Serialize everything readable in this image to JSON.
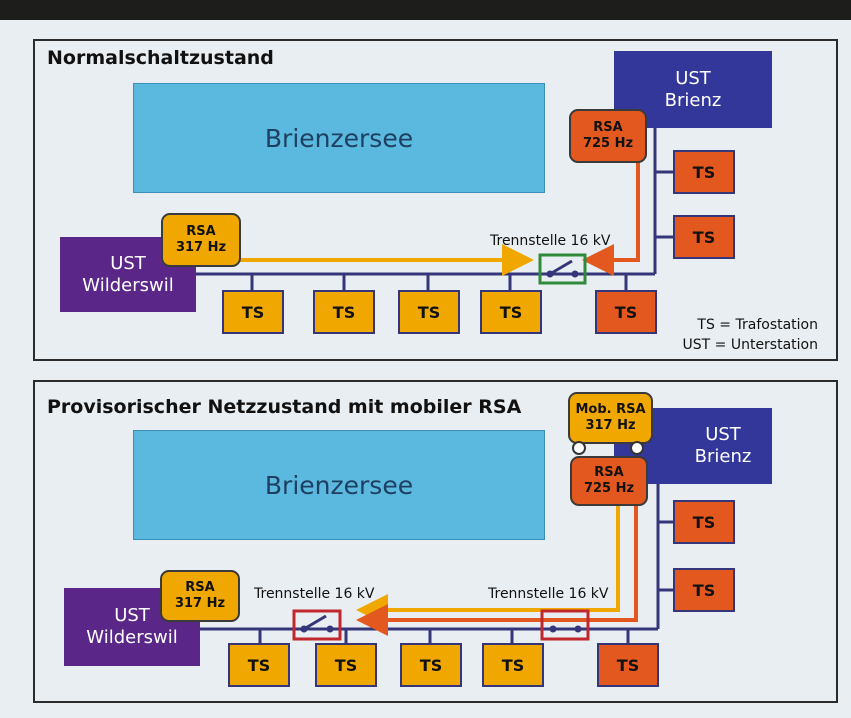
{
  "colors": {
    "lake": "#5bb8de",
    "ust_brienz": "#34379a",
    "ust_wilderswil": "#5a2789",
    "rsa_orange": "#f0a800",
    "rsa_red": "#e3581e",
    "switch_green": "#2f8a3a",
    "switch_red": "#c0282d"
  },
  "panel1": {
    "title": "Normalschaltzustand",
    "lake": "Brienzersee",
    "ust_brienz": [
      "UST",
      "Brienz"
    ],
    "ust_wilderswil": [
      "UST",
      "Wilderswil"
    ],
    "rsa_brienz": [
      "RSA",
      "725 Hz"
    ],
    "rsa_wilderswil": [
      "RSA",
      "317 Hz"
    ],
    "switch_label": "Trennstelle 16 kV",
    "ts_label": "TS",
    "legend": [
      "TS = Trafostation",
      "UST = Unterstation"
    ]
  },
  "panel2": {
    "title": "Provisorischer Netzzustand mit mobiler RSA",
    "lake": "Brienzersee",
    "ust_brienz": [
      "UST",
      "Brienz"
    ],
    "ust_wilderswil": [
      "UST",
      "Wilderswil"
    ],
    "rsa_brienz": [
      "RSA",
      "725 Hz"
    ],
    "rsa_mobile": [
      "Mob. RSA",
      "317 Hz"
    ],
    "rsa_wilderswil": [
      "RSA",
      "317 Hz"
    ],
    "switch_label_left": "Trennstelle 16 kV",
    "switch_label_right": "Trennstelle 16 kV",
    "ts_label": "TS"
  }
}
